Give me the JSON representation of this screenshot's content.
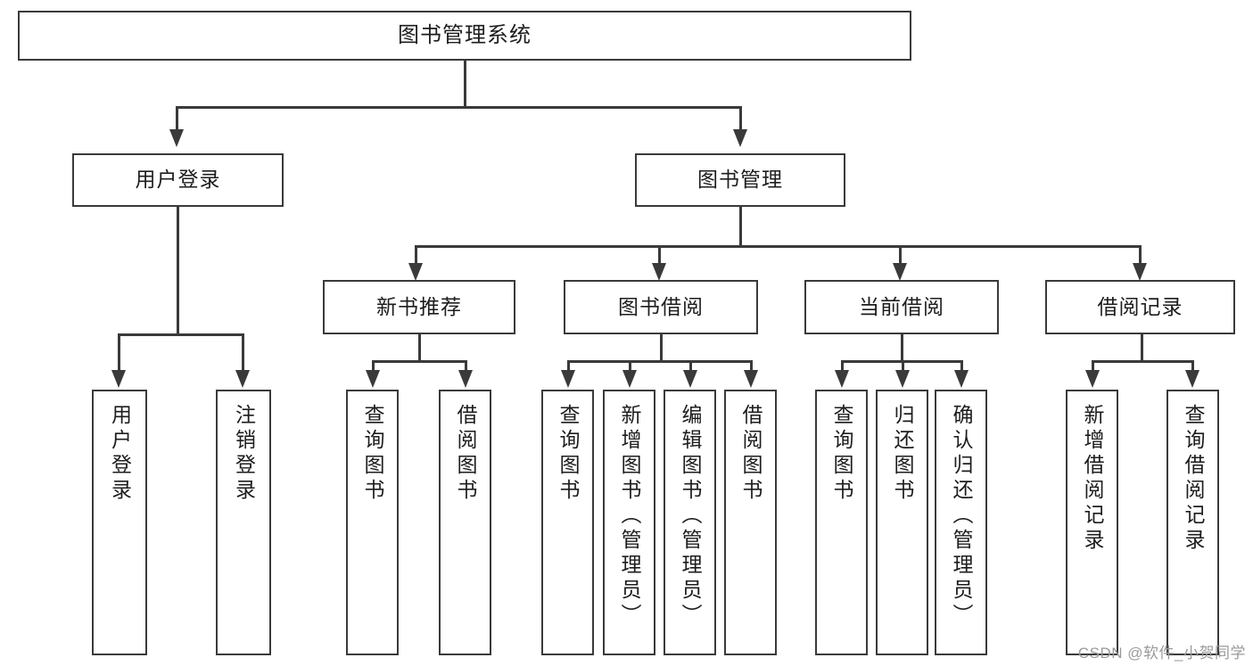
{
  "diagram": {
    "title": "图书管理系统",
    "type": "tree",
    "watermark": "CSDN @软件_小贺同学",
    "colors": {
      "stroke": "#3a3a3a",
      "fill": "#ffffff",
      "text": "#1d1d1d",
      "watermark": "#9a9a9a"
    },
    "root": {
      "label": "图书管理系统"
    },
    "level1": [
      {
        "label": "用户登录"
      },
      {
        "label": "图书管理"
      }
    ],
    "level2": [
      {
        "label": "新书推荐"
      },
      {
        "label": "图书借阅"
      },
      {
        "label": "当前借阅"
      },
      {
        "label": "借阅记录"
      }
    ],
    "leaves": {
      "user_login": [
        {
          "label": "用户登录"
        },
        {
          "label": "注销登录"
        }
      ],
      "new_book": [
        {
          "label": "查询图书"
        },
        {
          "label": "借阅图书"
        }
      ],
      "borrow_book": [
        {
          "label": "查询图书"
        },
        {
          "label": "新增图书（管理员）"
        },
        {
          "label": "编辑图书（管理员）"
        },
        {
          "label": "借阅图书"
        }
      ],
      "current_borrow": [
        {
          "label": "查询图书"
        },
        {
          "label": "归还图书"
        },
        {
          "label": "确认归还（管理员）"
        }
      ],
      "borrow_record": [
        {
          "label": "新增借阅记录"
        },
        {
          "label": "查询借阅记录"
        }
      ]
    }
  }
}
